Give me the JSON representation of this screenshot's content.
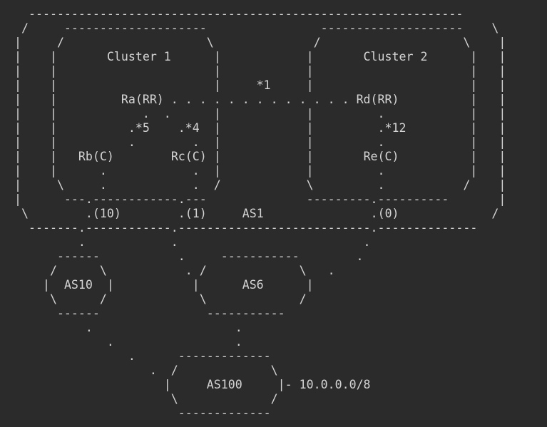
{
  "colors": {
    "background": "#2b2b2b",
    "text": "#d4d4d4"
  },
  "labels": {
    "cluster1": "Cluster 1",
    "cluster2": "Cluster 2",
    "ra": "Ra(RR)",
    "rd": "Rd(RR)",
    "rb": "Rb(C)",
    "rc": "Rc(C)",
    "re": "Re(C)",
    "as1": "AS1",
    "as10": "AS10",
    "as6": "AS6",
    "as100": "AS100",
    "prefix": "10.0.0.0/8"
  },
  "metrics": {
    "ra_rd": "*1",
    "ra_rb": "*5",
    "ra_rc": "*4",
    "rd_re": "*12",
    "rb_as10": "(10)",
    "rc_as6": "(1)",
    "re_as6": "(0)"
  },
  "diagram_lines": [
    "  -------------------------------------------------------------",
    " /     --------------------                --------------------    \\",
    "|     /                    \\              /                    \\    |",
    "|    |       Cluster 1      |            |       Cluster 2      |   |",
    "|    |                      |            |                      |   |",
    "|    |                      |     *1     |                      |   |",
    "|    |         Ra(RR) . . . . . . . . . . . . . Rd(RR)          |   |",
    "|    |            .  .      |            |         .            |   |",
    "|    |          .*5    .*4  |            |         .*12         |   |",
    "|    |          .        .  |            |         .            |   |",
    "|    |   Rb(C)        Rc(C) |            |       Re(C)          |   |",
    "|    |      .            .  |            |         .            |   |",
    "|     \\     .            .  /            \\         .           /    |",
    "|      ---.------------.---              ---------.----------       |",
    " \\        .(10)        .(1)     AS1               .(0)             /",
    "  -------.------------.---------------------------.--------------",
    "         .            .                          .",
    "      ------           .     -----------        .",
    "     /      \\           . /             \\   .",
    "    |  AS10  |           |      AS6      |",
    "     \\      /             \\             /",
    "      ------               -----------",
    "          .                    .",
    "             .                 .",
    "                .      -------------",
    "                   .  /             \\",
    "                     |     AS100     |- 10.0.0.0/8",
    "                      \\             /",
    "                       -------------"
  ]
}
